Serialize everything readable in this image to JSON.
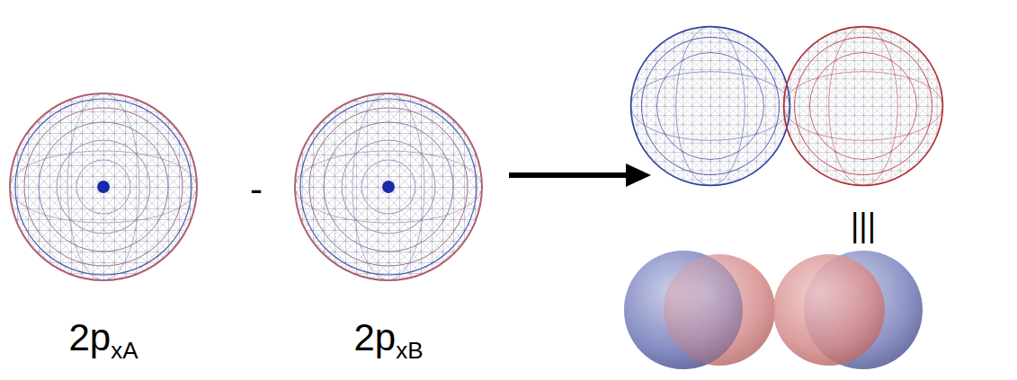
{
  "diagram": {
    "labels": [
      "2pxA",
      "-",
      "2pxB",
      "|||"
    ]
  }
}
